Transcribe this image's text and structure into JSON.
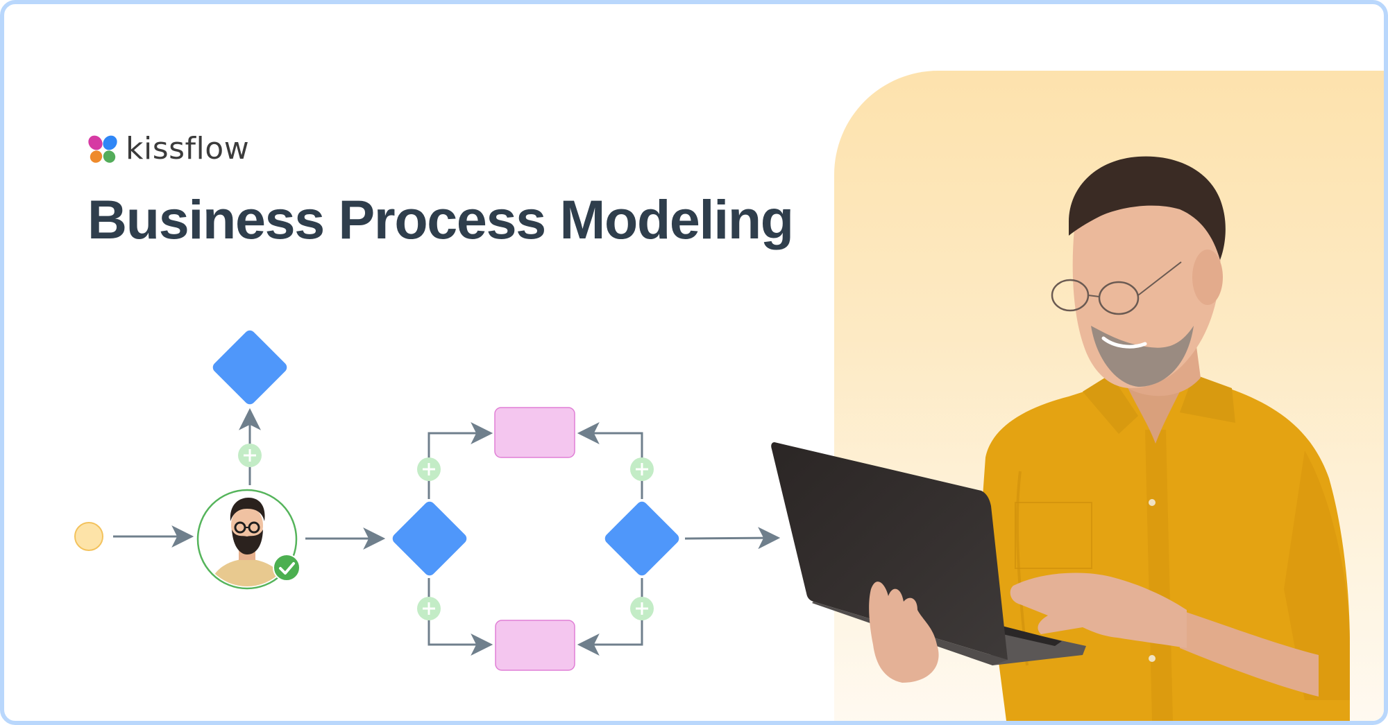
{
  "brand": {
    "name": "kissflow",
    "logo_colors": {
      "top_left": "#d63aa3",
      "top_right": "#2f86f6",
      "bottom_left": "#ee8a2b",
      "bottom_right": "#53ac5a"
    }
  },
  "header": {
    "title": "Business Process Modeling"
  },
  "theme": {
    "frame_border": "#b9d7fc",
    "title_color": "#2f3e4c",
    "panel_color": "#fde2ad",
    "connector_color": "#6f7f8c",
    "decision_color": "#4f97fa",
    "task_fill": "#f4c6ef",
    "task_border": "#e07fd5",
    "add_badge_color": "#c3ecc6",
    "start_fill": "#fde3a8",
    "start_border": "#f3c25c",
    "approval_ring": "#55b45b",
    "shirt_color": "#e4a312",
    "laptop_color": "#2e2a29"
  },
  "diagram": {
    "nodes": [
      {
        "id": "start",
        "type": "start-event",
        "icon": "circle"
      },
      {
        "id": "approver",
        "type": "user-task",
        "icon": "avatar",
        "status": "approved",
        "status_icon": "check-icon"
      },
      {
        "id": "decision-top",
        "type": "gateway",
        "icon": "diamond"
      },
      {
        "id": "split",
        "type": "gateway",
        "icon": "diamond"
      },
      {
        "id": "task-upper",
        "type": "task",
        "icon": "rectangle"
      },
      {
        "id": "task-lower",
        "type": "task",
        "icon": "rectangle"
      },
      {
        "id": "merge",
        "type": "gateway",
        "icon": "diamond"
      }
    ],
    "edges": [
      {
        "from": "start",
        "to": "approver"
      },
      {
        "from": "approver",
        "to": "decision-top",
        "add_step": true
      },
      {
        "from": "approver",
        "to": "split"
      },
      {
        "from": "split",
        "to": "task-upper",
        "add_step": true
      },
      {
        "from": "split",
        "to": "task-lower",
        "add_step": true
      },
      {
        "from": "merge",
        "to": "task-upper",
        "add_step": true
      },
      {
        "from": "merge",
        "to": "task-lower",
        "add_step": true
      },
      {
        "from": "merge",
        "to": "out"
      }
    ],
    "add_badge_icon": "plus-icon"
  },
  "hero": {
    "subject": "man with glasses holding laptop",
    "icon": "person-with-laptop"
  }
}
